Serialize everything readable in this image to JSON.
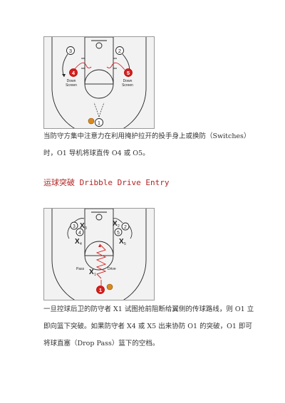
{
  "paragraph_1": "当防守方集中注意力在利用掩护拉开的投手身上或换防（Switches）时，O1 导机将球直传 O4 或 O5。",
  "heading": "运球突破 Dribble Drive Entry",
  "paragraph_2": "一旦控球后卫的防守者 X1 试图抢前阻断给翼侧的传球路线，则 O1 立即向篮下突破。如果防守者 X4 或 X5 出来协防 O1 的突破，O1 即可将球直塞（Drop Pass）篮下的空档。",
  "diagram_1": {
    "players": {
      "p1": "1",
      "p2": "2",
      "p3": "3",
      "p4": "4",
      "p5": "5"
    },
    "labels": {
      "left_screen_1": "Down",
      "left_screen_2": "Screen",
      "right_screen_1": "Down",
      "right_screen_2": "Screen"
    }
  },
  "diagram_2": {
    "players": {
      "p1": "1",
      "p2": "2",
      "p3": "3",
      "p4": "4",
      "p5": "5"
    },
    "defenders": {
      "x1": "X",
      "x1_sub": "1",
      "x2": "X",
      "x2_sub": "2",
      "x3": "X",
      "x3_sub": "3",
      "x4": "X",
      "x4_sub": "4",
      "x5": "X",
      "x5_sub": "5"
    },
    "labels": {
      "pass": "Pass",
      "drive": "Drive"
    }
  },
  "colors": {
    "red": "#d42020",
    "orange_ball": "#d98a1f",
    "heading": "#b22222"
  }
}
